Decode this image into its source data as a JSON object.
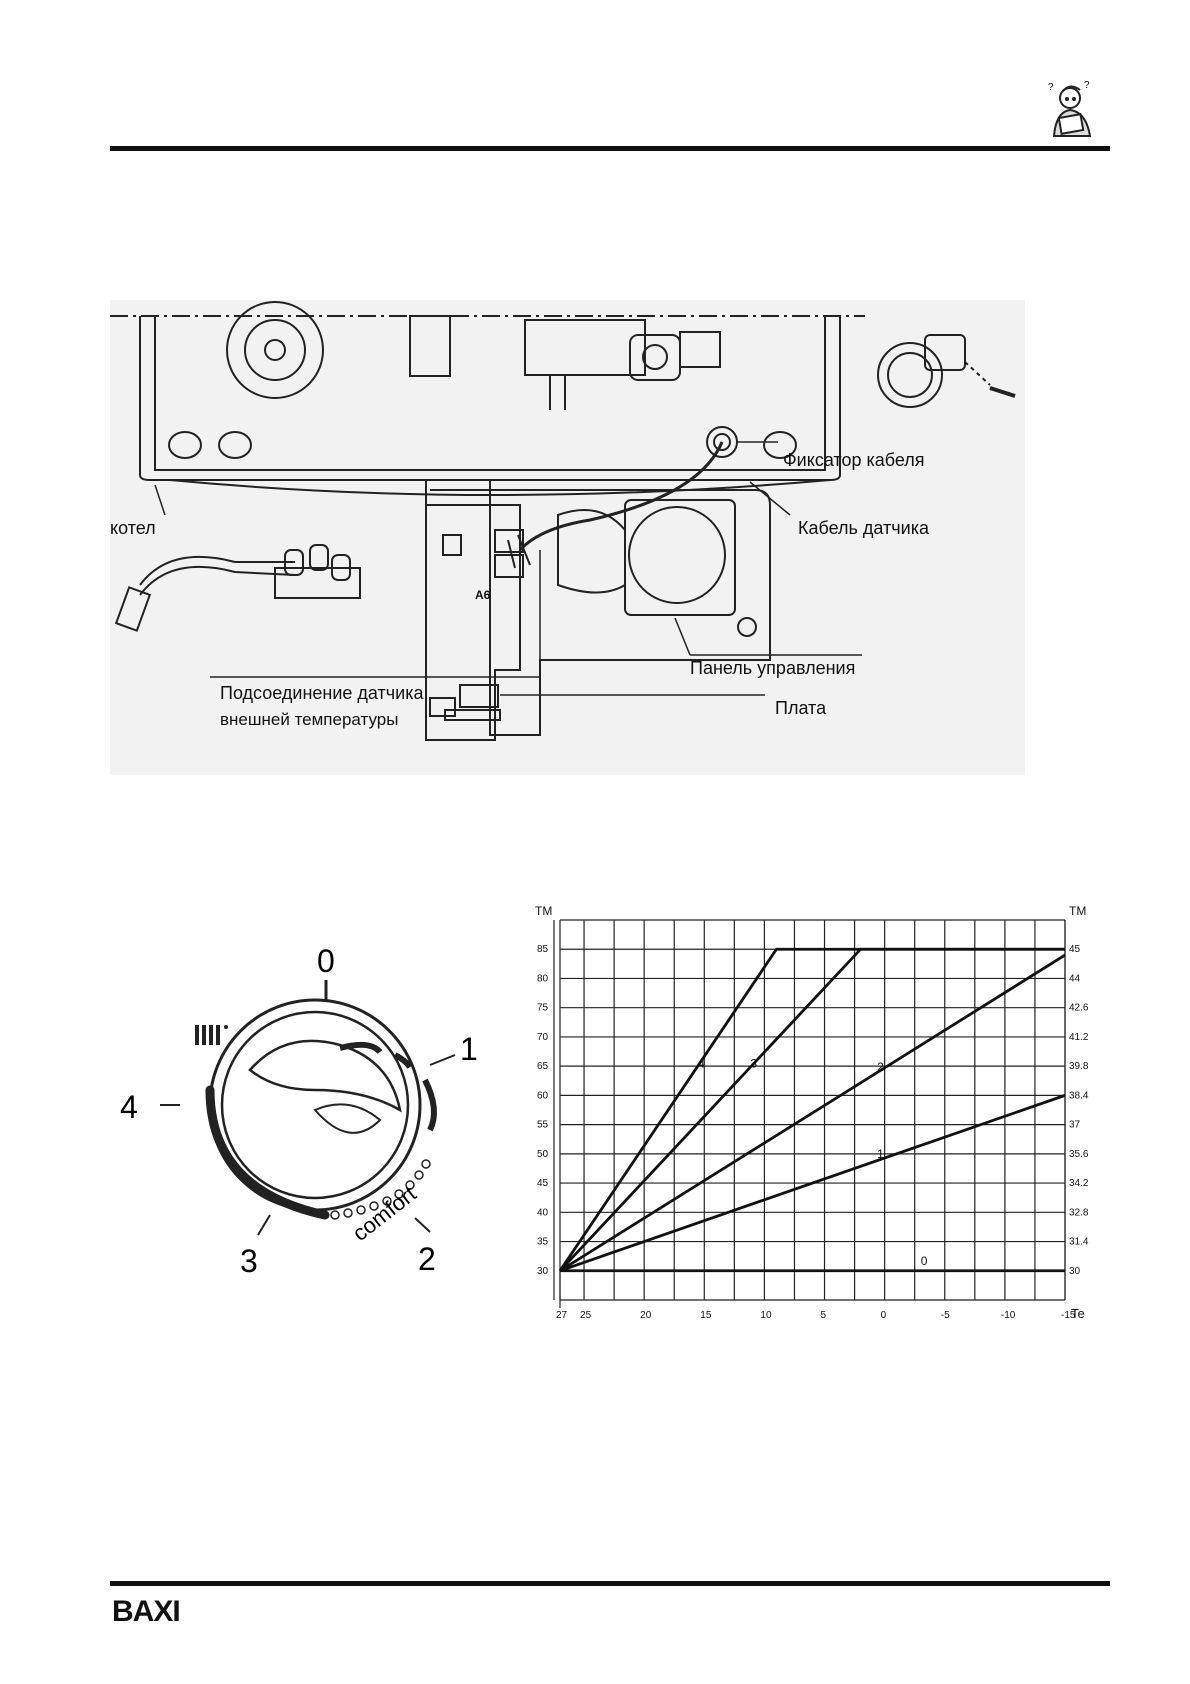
{
  "header": {
    "mascot_icon": "reading-man-icon"
  },
  "wiring": {
    "labels": {
      "cable_clamp": "Фиксатор кабеля",
      "boiler": "котел",
      "sensor_cable": "Кабель датчика",
      "board_code": "A6",
      "sensor_connection_line1": "Подсоединение датчика",
      "sensor_connection_line2": "внешней температуры",
      "control_panel": "Панель управления",
      "board": "Плата"
    }
  },
  "knob": {
    "pos0": "0",
    "pos1": "1",
    "pos2": "2",
    "pos3": "3",
    "pos4": "4",
    "comfort_text": "comfort",
    "radiator_icon": "radiator-icon"
  },
  "chart_data": {
    "type": "line",
    "xlabel": "Te",
    "ylabel_left": "TM",
    "ylabel_right": "TM",
    "x_ticks": [
      "27",
      "25",
      "20",
      "15",
      "10",
      "5",
      "0",
      "-5",
      "-10",
      "-15"
    ],
    "y_left_ticks": [
      "30",
      "35",
      "40",
      "45",
      "50",
      "55",
      "60",
      "65",
      "70",
      "75",
      "80",
      "85"
    ],
    "y_right_ticks": [
      "30",
      "31.4",
      "32.8",
      "34.2",
      "35.6",
      "37",
      "38.4",
      "39.8",
      "41.2",
      "42.6",
      "44",
      "45"
    ],
    "xlim": [
      27,
      -15
    ],
    "ylim": [
      25,
      90
    ],
    "series": [
      {
        "name": "0",
        "x": [
          27,
          -15
        ],
        "y": [
          30,
          30
        ]
      },
      {
        "name": "1",
        "x": [
          27,
          -15
        ],
        "y": [
          30,
          60
        ]
      },
      {
        "name": "2",
        "x": [
          27,
          -15
        ],
        "y": [
          30,
          84
        ]
      },
      {
        "name": "3",
        "x": [
          27,
          2,
          -15
        ],
        "y": [
          30,
          85,
          85
        ]
      },
      {
        "name": "4",
        "x": [
          27,
          9,
          -15
        ],
        "y": [
          30,
          85,
          85
        ]
      }
    ]
  },
  "footer": {
    "brand": "BAXI"
  }
}
